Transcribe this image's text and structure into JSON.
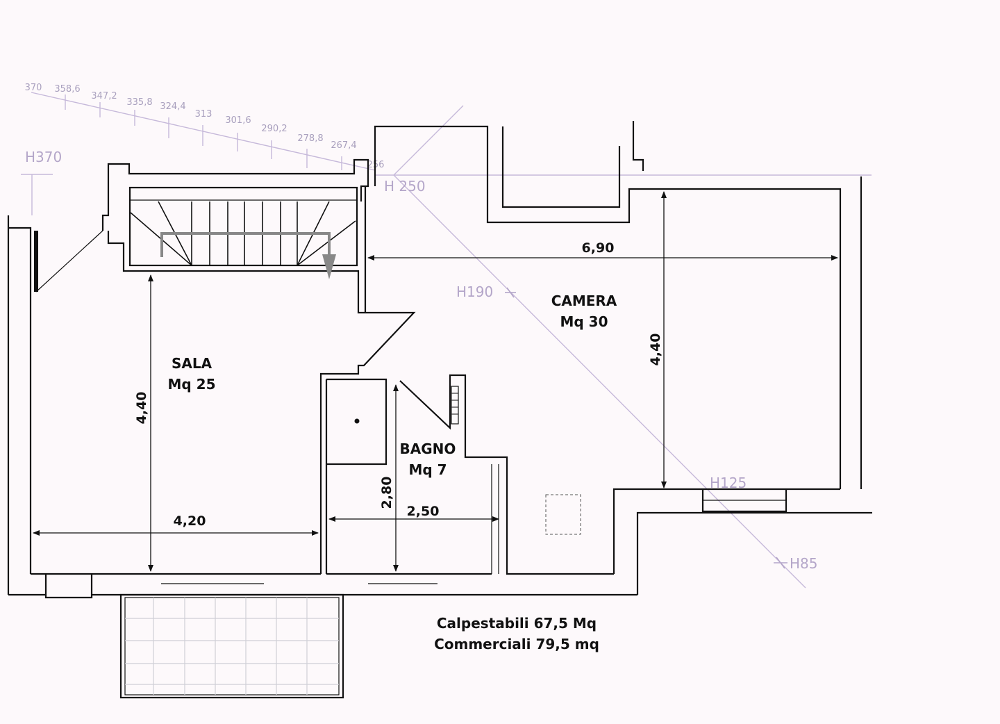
{
  "rooms": {
    "sala": {
      "name": "SALA",
      "area": "Mq 25"
    },
    "camera": {
      "name": "CAMERA",
      "area": "Mq 30"
    },
    "bagno": {
      "name": "BAGNO",
      "area": "Mq 7"
    }
  },
  "dimensions": {
    "sala_width": "4,20",
    "sala_depth": "4,40",
    "camera_width": "6,90",
    "camera_depth": "4,40",
    "bagno_width": "2,50",
    "bagno_depth": "2,80"
  },
  "height_marks": {
    "h370": "H370",
    "h250": "H 250",
    "h190": "H190",
    "h125": "H125",
    "h85": "H85"
  },
  "slope_heights": [
    "370",
    "358,6",
    "347,2",
    "335,8",
    "324,4",
    "313",
    "301,6",
    "290,2",
    "278,8",
    "267,4",
    "256"
  ],
  "totals": {
    "walkable": "Calpestabili 67,5 Mq",
    "commercial": "Commerciali 79,5 mq"
  },
  "colors": {
    "walls": "#111111",
    "guides": "#c6b9da",
    "background": "#fdf9fb"
  }
}
